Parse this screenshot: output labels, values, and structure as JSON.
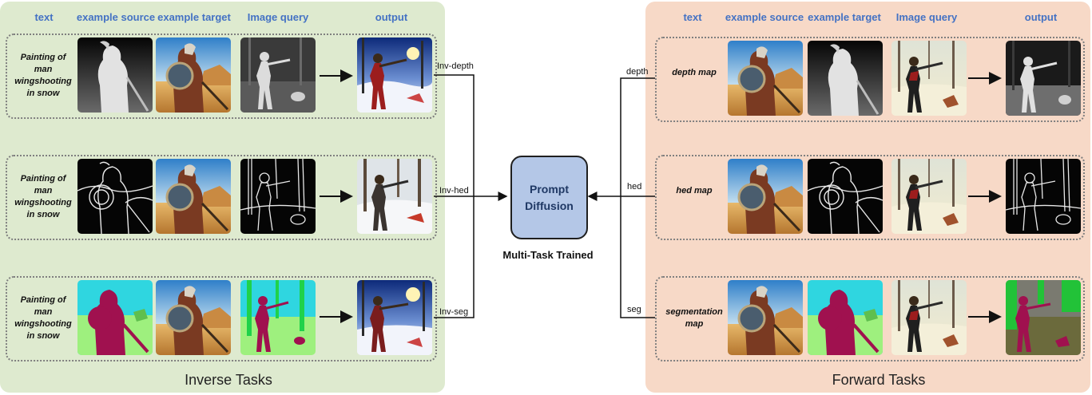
{
  "colors": {
    "inverse_bg": "#deeacf",
    "forward_bg": "#f7d9c7",
    "header_blue": "#4472c4",
    "model_fill": "#b4c7e7"
  },
  "inverse": {
    "title": "Inverse Tasks",
    "headers": [
      "text",
      "example source",
      "example target",
      "Image query",
      "output"
    ],
    "rows": [
      {
        "text": [
          "Painting of",
          "man",
          "wingshooting",
          "in snow"
        ],
        "label": "Inv-depth"
      },
      {
        "text": [
          "Painting of",
          "man",
          "wingshooting",
          "in snow"
        ],
        "label": "Inv-hed"
      },
      {
        "text": [
          "Painting of",
          "man",
          "wingshooting",
          "in snow"
        ],
        "label": "Inv-seg"
      }
    ]
  },
  "forward": {
    "title": "Forward Tasks",
    "headers": [
      "text",
      "example source",
      "example target",
      "Image query",
      "output"
    ],
    "rows": [
      {
        "text": [
          "depth map"
        ],
        "label": "depth"
      },
      {
        "text": [
          "hed map"
        ],
        "label": "hed"
      },
      {
        "text": [
          "segmentation",
          "map"
        ],
        "label": "seg"
      }
    ]
  },
  "model": {
    "name_line1": "Prompt",
    "name_line2": "Diffusion",
    "subtitle": "Multi-Task Trained"
  }
}
